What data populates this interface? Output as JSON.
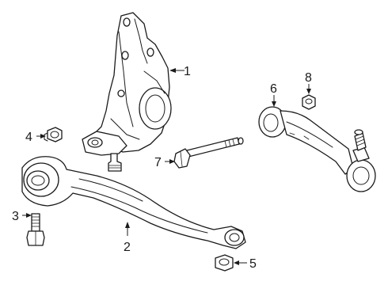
{
  "callouts": [
    {
      "id": "1",
      "label": "1",
      "part": "steering-knuckle"
    },
    {
      "id": "2",
      "label": "2",
      "part": "lower-control-arm"
    },
    {
      "id": "3",
      "label": "3",
      "part": "bolt"
    },
    {
      "id": "4",
      "label": "4",
      "part": "nut"
    },
    {
      "id": "5",
      "label": "5",
      "part": "nut"
    },
    {
      "id": "6",
      "label": "6",
      "part": "tension-strut"
    },
    {
      "id": "7",
      "label": "7",
      "part": "bolt"
    },
    {
      "id": "8",
      "label": "8",
      "part": "nut"
    }
  ]
}
